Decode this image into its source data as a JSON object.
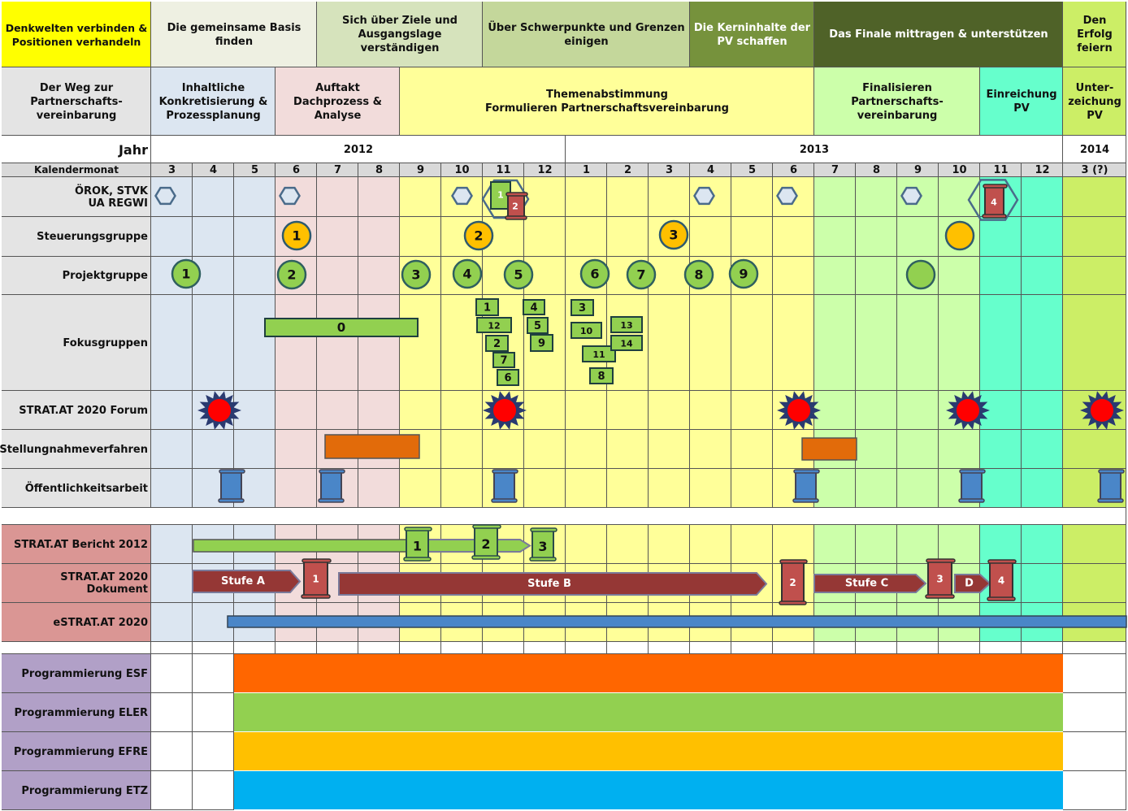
{
  "colors": {
    "label_bg": "#e4e4e4",
    "white": "#ffffff",
    "gray_row": "#d9d9d9",
    "phase1": "#dce6f1",
    "phase2": "#f2dcdb",
    "phase3": "#ffff99",
    "phase4": "#ccffaa",
    "phase5": "#66ffcc",
    "phase6": "#ccee66",
    "top_yellow": "#ffff00",
    "top2": "#eef0e2",
    "top3": "#d6e3bc",
    "top4": "#c4d79b",
    "top5": "#76923c",
    "top6": "#4f6228",
    "top7": "#ccee66",
    "green": "#92d050",
    "orange_circle": "#ffc000",
    "orange_bar": "#e26b0a",
    "blue": "#4a86c8",
    "red_doc": "#c0504d",
    "dark_red": "#953735",
    "prog_label": "#b1a0c7",
    "red_label": "#da9694",
    "esf": "#ff6600",
    "eler": "#92d050",
    "efre": "#ffc000",
    "etz": "#00b0f0"
  },
  "top_banner": [
    "Denkwelten verbinden & Positionen verhandeln",
    "Die gemeinsame Basis finden",
    "Sich über Ziele und Ausgangslage verständigen",
    "Über Schwerpunkte und Grenzen einigen",
    "Die Kerninhalte der PV schaffen",
    "Das Finale mittragen & unterstützen",
    "Den Erfolg feiern"
  ],
  "phases": {
    "label": "Der Weg zur Partnerschafts-vereinbarung",
    "items": [
      "Inhaltliche Konkretisierung & Prozessplanung",
      "Auftakt Dachprozess & Analyse",
      "Themenabstimmung\nFormulieren Partnerschaftsvereinbarung",
      "Finalisieren Partnerschafts-vereinbarung",
      "Einreichung PV",
      "Unter-zeichung PV"
    ]
  },
  "year_row": {
    "label": "Jahr",
    "years": [
      "2012",
      "2013",
      "2014"
    ]
  },
  "month_row": {
    "label": "Kalendermonat",
    "months": [
      "3",
      "4",
      "5",
      "6",
      "7",
      "8",
      "9",
      "10",
      "11",
      "12",
      "1",
      "2",
      "3",
      "4",
      "5",
      "6",
      "7",
      "8",
      "9",
      "10",
      "11",
      "12",
      "3 (?)"
    ]
  },
  "rows": {
    "oerok": "ÖROK, STVK\nUA REGWI",
    "steuerung": "Steuerungsgruppe",
    "projekt": "Projektgruppe",
    "fokus": "Fokusgruppen",
    "forum": "STRAT.AT 2020 Forum",
    "stellung": "Stellungnahmeverfahren",
    "oeffentlich": "Öffentlichkeitsarbeit",
    "bericht": "STRAT.AT Bericht 2012",
    "dokument": "STRAT.AT 2020\nDokument",
    "estrat": "eSTRAT.AT 2020",
    "esf": "Programmierung ESF",
    "eler": "Programmierung ELER",
    "efre": "Programmierung EFRE",
    "etz": "Programmierung ETZ"
  },
  "oerok_markers": {
    "small_hex_months": [
      0,
      3,
      7,
      13,
      15,
      18
    ],
    "big_hex_nums": [
      "1",
      "2"
    ],
    "big_hex_end_num": "4"
  },
  "steuerung_circles": [
    "1",
    "2",
    "3",
    ""
  ],
  "projekt_circles": [
    "1",
    "2",
    "3",
    "4",
    "5",
    "6",
    "7",
    "8",
    "9",
    ""
  ],
  "fokus": {
    "bar0_label": "0",
    "boxes": [
      "1",
      "12",
      "2",
      "7",
      "6",
      "4",
      "5",
      "9",
      "3",
      "10",
      "11",
      "13",
      "14",
      "8"
    ]
  },
  "bericht_docs": [
    "1",
    "2",
    "3"
  ],
  "dokument": {
    "arrows": [
      "Stufe A",
      "Stufe B",
      "Stufe C",
      "D"
    ],
    "docs": [
      "1",
      "2",
      "3",
      "4"
    ]
  }
}
